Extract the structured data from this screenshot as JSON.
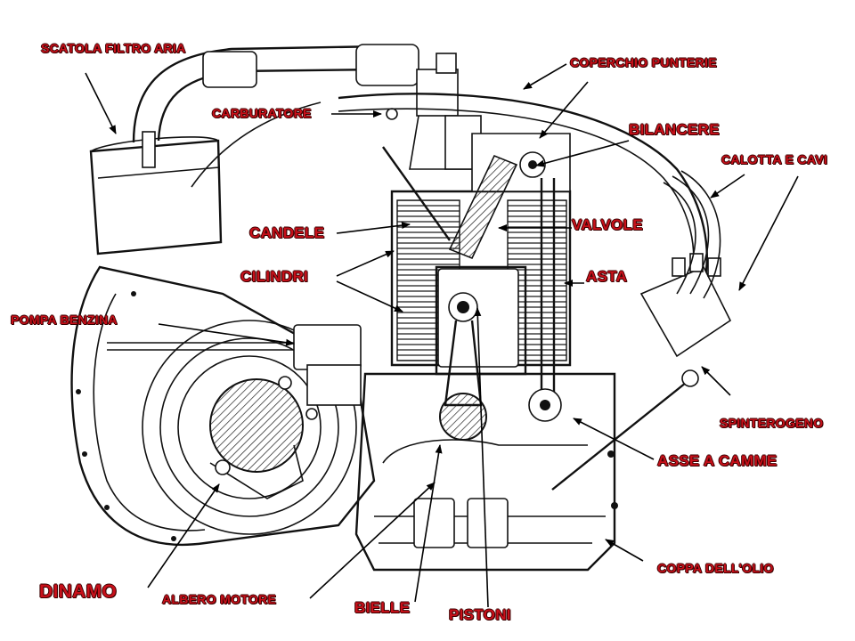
{
  "diagram": {
    "labels": {
      "scatola_filtro_aria": "SCATOLA FILTRO ARIA",
      "coperchio_punterie": "COPERCHIO PUNTERIE",
      "carburatore": "CARBURATORE",
      "bilancere": "BILANCERE",
      "calotta_e_cavi": "CALOTTA E CAVI",
      "candele": "CANDELE",
      "valvole": "VALVOLE",
      "cilindri": "CILINDRI",
      "asta": "ASTA",
      "pompa_benzina": "POMPA BENZINA",
      "spinterogeno": "SPINTEROGENO",
      "asse_a_camme": "ASSE A CAMME",
      "coppa_dell_olio": "COPPA DELL'OLIO",
      "dinamo": "DINAMO",
      "albero_motore": "ALBERO MOTORE",
      "bielle": "BIELLE",
      "pistoni": "PISTONI"
    },
    "label_color": "#c8101a",
    "line_color": "#111111"
  }
}
